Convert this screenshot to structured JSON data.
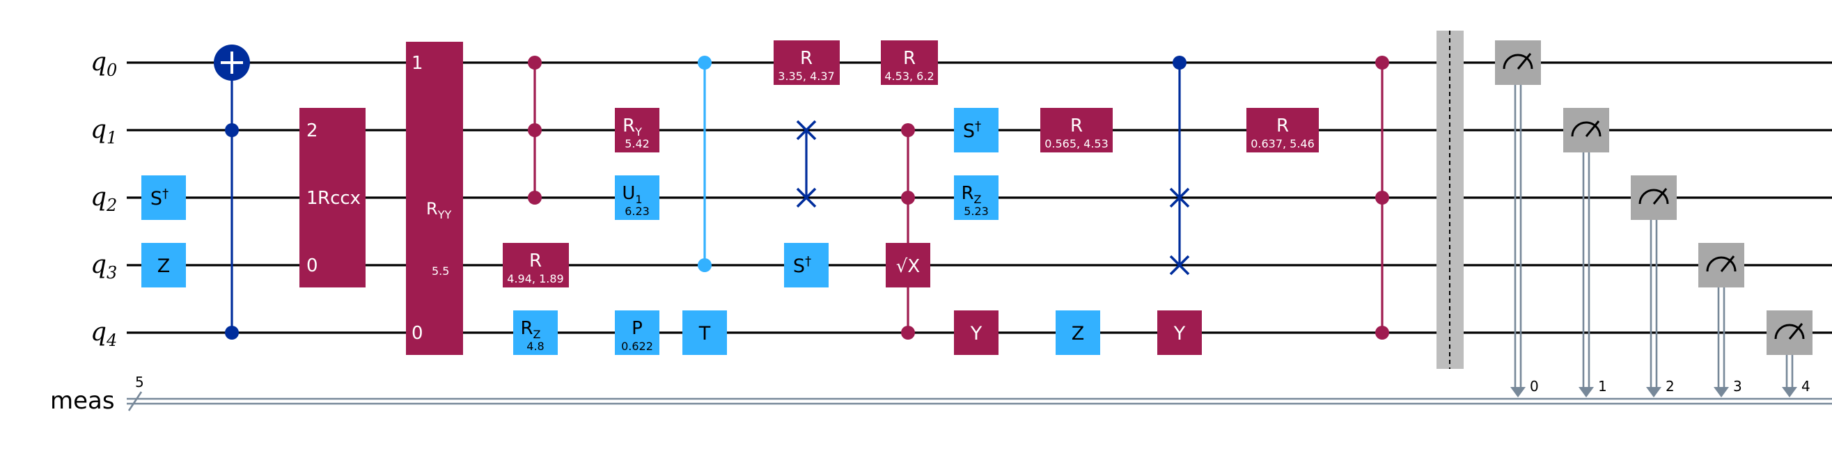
{
  "colors": {
    "wire": "#000000",
    "classical": "#778899",
    "magenta_gate": "#9F1C50",
    "cyan_gate": "#33B1FF",
    "cnot": "#002D9C",
    "measure": "#A8A8A8",
    "barrier": "#BDBDBD"
  },
  "qubits": [
    "q",
    "q",
    "q",
    "q",
    "q"
  ],
  "qubit_indices": [
    "0",
    "1",
    "2",
    "3",
    "4"
  ],
  "classical_register": {
    "name": "meas",
    "size": "5"
  },
  "gates": {
    "sdg_q2": {
      "label": "S",
      "sup": "†"
    },
    "z_q3": {
      "label": "Z"
    },
    "rccx": {
      "label": "Rccx",
      "pins": [
        "2",
        "1",
        "0"
      ]
    },
    "ryy": {
      "label": "R",
      "sub": "YY",
      "param": "5.5",
      "pins": [
        "1",
        "0"
      ]
    },
    "r_q3": {
      "label": "R",
      "param": "4.94, 1.89"
    },
    "rz_q4": {
      "label": "R",
      "sub": "Z",
      "param": "4.8"
    },
    "ry_q1": {
      "label": "R",
      "sub": "Y",
      "param": "5.42"
    },
    "u1_q2": {
      "label": "U",
      "sub": "1",
      "param": "6.23"
    },
    "p_q4": {
      "label": "P",
      "param": "0.622"
    },
    "t_q4": {
      "label": "T"
    },
    "r_q0_a": {
      "label": "R",
      "param": "3.35, 4.37"
    },
    "sdg_q3": {
      "label": "S",
      "sup": "†"
    },
    "r_q0_b": {
      "label": "R",
      "param": "4.53, 6.2"
    },
    "sx_q3": {
      "label": "√X"
    },
    "sdg_q1": {
      "label": "S",
      "sup": "†"
    },
    "rz_q2": {
      "label": "R",
      "sub": "Z",
      "param": "5.23"
    },
    "y_q4_a": {
      "label": "Y"
    },
    "r_q1_a": {
      "label": "R",
      "param": "0.565, 4.53"
    },
    "z_q4": {
      "label": "Z"
    },
    "y_q4_b": {
      "label": "Y"
    },
    "r_q1_b": {
      "label": "R",
      "param": "0.637, 5.46"
    }
  },
  "measure_bits": [
    "0",
    "1",
    "2",
    "3",
    "4"
  ]
}
